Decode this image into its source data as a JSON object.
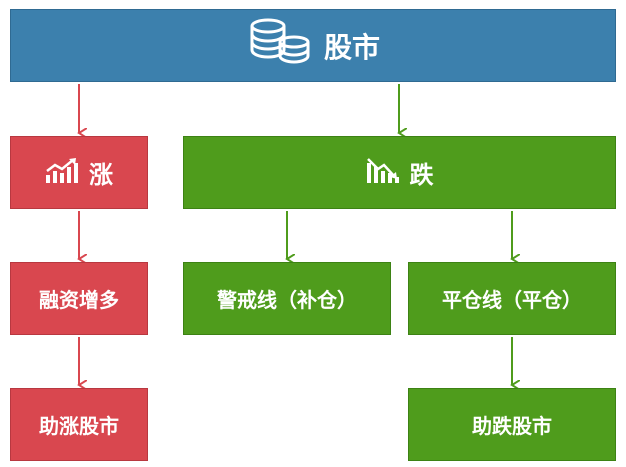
{
  "nodes": {
    "top": "股市",
    "rise": "涨",
    "fall": "跌",
    "margin_more": "融资增多",
    "warning": "警戒线（补仓）",
    "liquidation": "平仓线（平仓）",
    "help_rise": "助涨股市",
    "help_fall": "助跌股市"
  },
  "icons": {
    "top": "coin-stack-icon",
    "rise": "trend-up-icon",
    "fall": "trend-down-icon"
  },
  "colors": {
    "top": "#3c80ad",
    "rise_branch": "#d9474f",
    "fall_branch": "#4f9c1c",
    "arrow_rise": "#d9474f",
    "arrow_fall": "#4f9c1c"
  },
  "edges": [
    {
      "from": "股市",
      "to": "涨"
    },
    {
      "from": "股市",
      "to": "跌"
    },
    {
      "from": "涨",
      "to": "融资增多"
    },
    {
      "from": "融资增多",
      "to": "助涨股市"
    },
    {
      "from": "跌",
      "to": "警戒线（补仓）"
    },
    {
      "from": "跌",
      "to": "平仓线（平仓）"
    },
    {
      "from": "平仓线（平仓）",
      "to": "助跌股市"
    }
  ]
}
